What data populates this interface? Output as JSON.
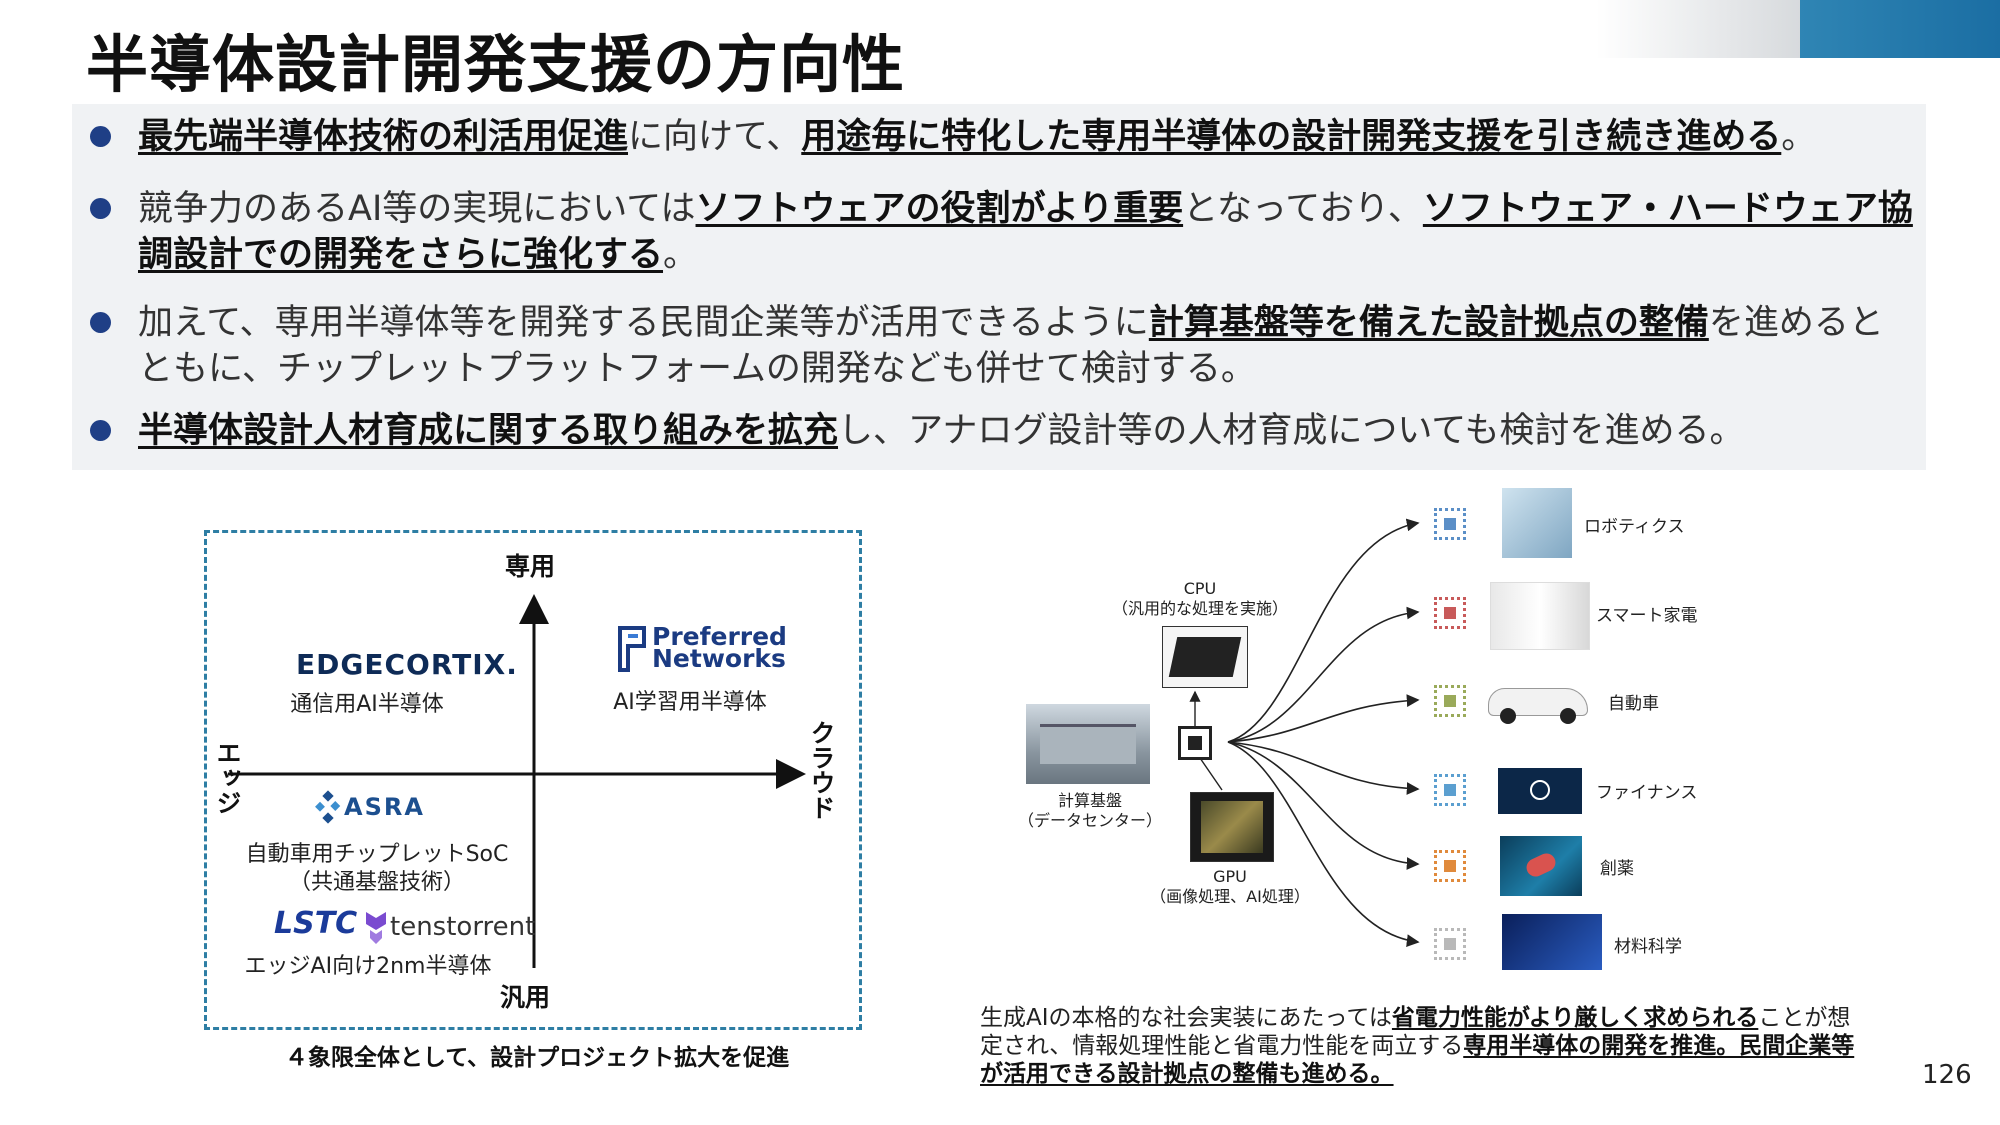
{
  "title": "半導体設計開発支援の方向性",
  "bullets": [
    {
      "segments": [
        {
          "t": "最先端半導体技術の利活用促進",
          "b": true
        },
        {
          "t": "に向けて、",
          "b": false
        },
        {
          "t": "用途毎に特化した専用半導体の設計開発支援を引き続き進める",
          "b": true
        },
        {
          "t": "。",
          "b": false
        }
      ]
    },
    {
      "segments": [
        {
          "t": "競争力のあるAI等の実現においては",
          "b": false
        },
        {
          "t": "ソフトウェアの役割がより重要",
          "b": true
        },
        {
          "t": "となっており、",
          "b": false
        },
        {
          "t": "ソフトウェア・ハードウェア協調設計での開発をさらに強化する",
          "b": true
        },
        {
          "t": "。",
          "b": false
        }
      ]
    },
    {
      "segments": [
        {
          "t": "加えて、専用半導体等を開発する民間企業等が活用できるように",
          "b": false
        },
        {
          "t": "計算基盤等を備えた設計拠点の整備",
          "b": true
        },
        {
          "t": "を進めるとともに、チップレットプラットフォームの開発なども併せて検討する。",
          "b": false
        }
      ]
    },
    {
      "segments": [
        {
          "t": "半導体設計人材育成に関する取り組みを拡充",
          "b": true
        },
        {
          "t": "し、アナログ設計等の人材育成についても検討を進める。",
          "b": false
        }
      ]
    }
  ],
  "quadrant": {
    "axis_top": "専用",
    "axis_bottom": "汎用",
    "axis_left": "エッジ",
    "axis_right": "クラウド",
    "edgecortix_logo": "EDGECORTIX.",
    "edgecortix_text": "通信用AI半導体",
    "pfn_logo_1": "Preferred",
    "pfn_logo_2": "Networks",
    "pfn_text": "AI学習用半導体",
    "asra_logo": "ASRA",
    "asra_text_1": "自動車用チップレットSoC",
    "asra_text_2": "（共通基盤技術）",
    "lstc_logo": "LSTC",
    "tt_logo": "tenstorrent",
    "edge_text": "エッジAI向け2nm半導体",
    "caption": "４象限全体として、設計プロジェクト拡大を促進"
  },
  "diagram": {
    "cpu_1": "CPU",
    "cpu_2": "（汎用的な処理を実施）",
    "dc_1": "計算基盤",
    "dc_2": "（データセンター）",
    "gpu_1": "GPU",
    "gpu_2": "（画像処理、AI処理）",
    "apps": [
      "ロボティクス",
      "スマート家電",
      "自動車",
      "ファイナンス",
      "創薬",
      "材料科学"
    ],
    "chip_colors": [
      "#5b8fc7",
      "#c85a5a",
      "#9aaa5a",
      "#5b9fd0",
      "#e08a3c",
      "#b9b9b9"
    ]
  },
  "note": {
    "segments": [
      {
        "t": "生成AIの本格的な社会実装にあたっては",
        "b": false
      },
      {
        "t": "省電力性能がより厳しく求められる",
        "b": true
      },
      {
        "t": "ことが想定され、情報処理性能と省電力性能を両立する",
        "b": false
      },
      {
        "t": "専用半導体の開発を推進。民間企業等が活用できる設計拠点の整備も進める。",
        "b": true
      }
    ]
  },
  "page_number": "126"
}
